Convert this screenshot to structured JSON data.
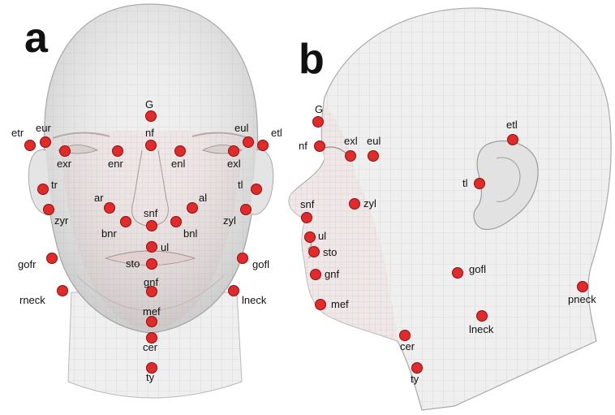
{
  "panels": [
    {
      "id": "a",
      "letter": "a"
    },
    {
      "id": "b",
      "letter": "b"
    }
  ],
  "colors": {
    "landmark": "#e32a2a",
    "mesh_skin": "#efefef",
    "mesh_line": "#c9c9c9",
    "mesh_red": "#d9a3a3",
    "text": "#111111"
  },
  "frontal_landmarks": [
    "G",
    "nf",
    "eur",
    "eul",
    "etr",
    "etl",
    "exr",
    "enr",
    "enl",
    "exl",
    "tr",
    "tl",
    "zyr",
    "zyl",
    "ar",
    "al",
    "snf",
    "bnr",
    "bnl",
    "ul",
    "sto",
    "gofr",
    "gofl",
    "gnf",
    "rneck",
    "lneck",
    "mef",
    "cer",
    "ty"
  ],
  "profile_landmarks": [
    "G",
    "nf",
    "exl",
    "eul",
    "etl",
    "tl",
    "snf",
    "zyl",
    "ul",
    "sto",
    "gnf",
    "gofl",
    "mef",
    "pneck",
    "lneck",
    "cer",
    "ty"
  ]
}
